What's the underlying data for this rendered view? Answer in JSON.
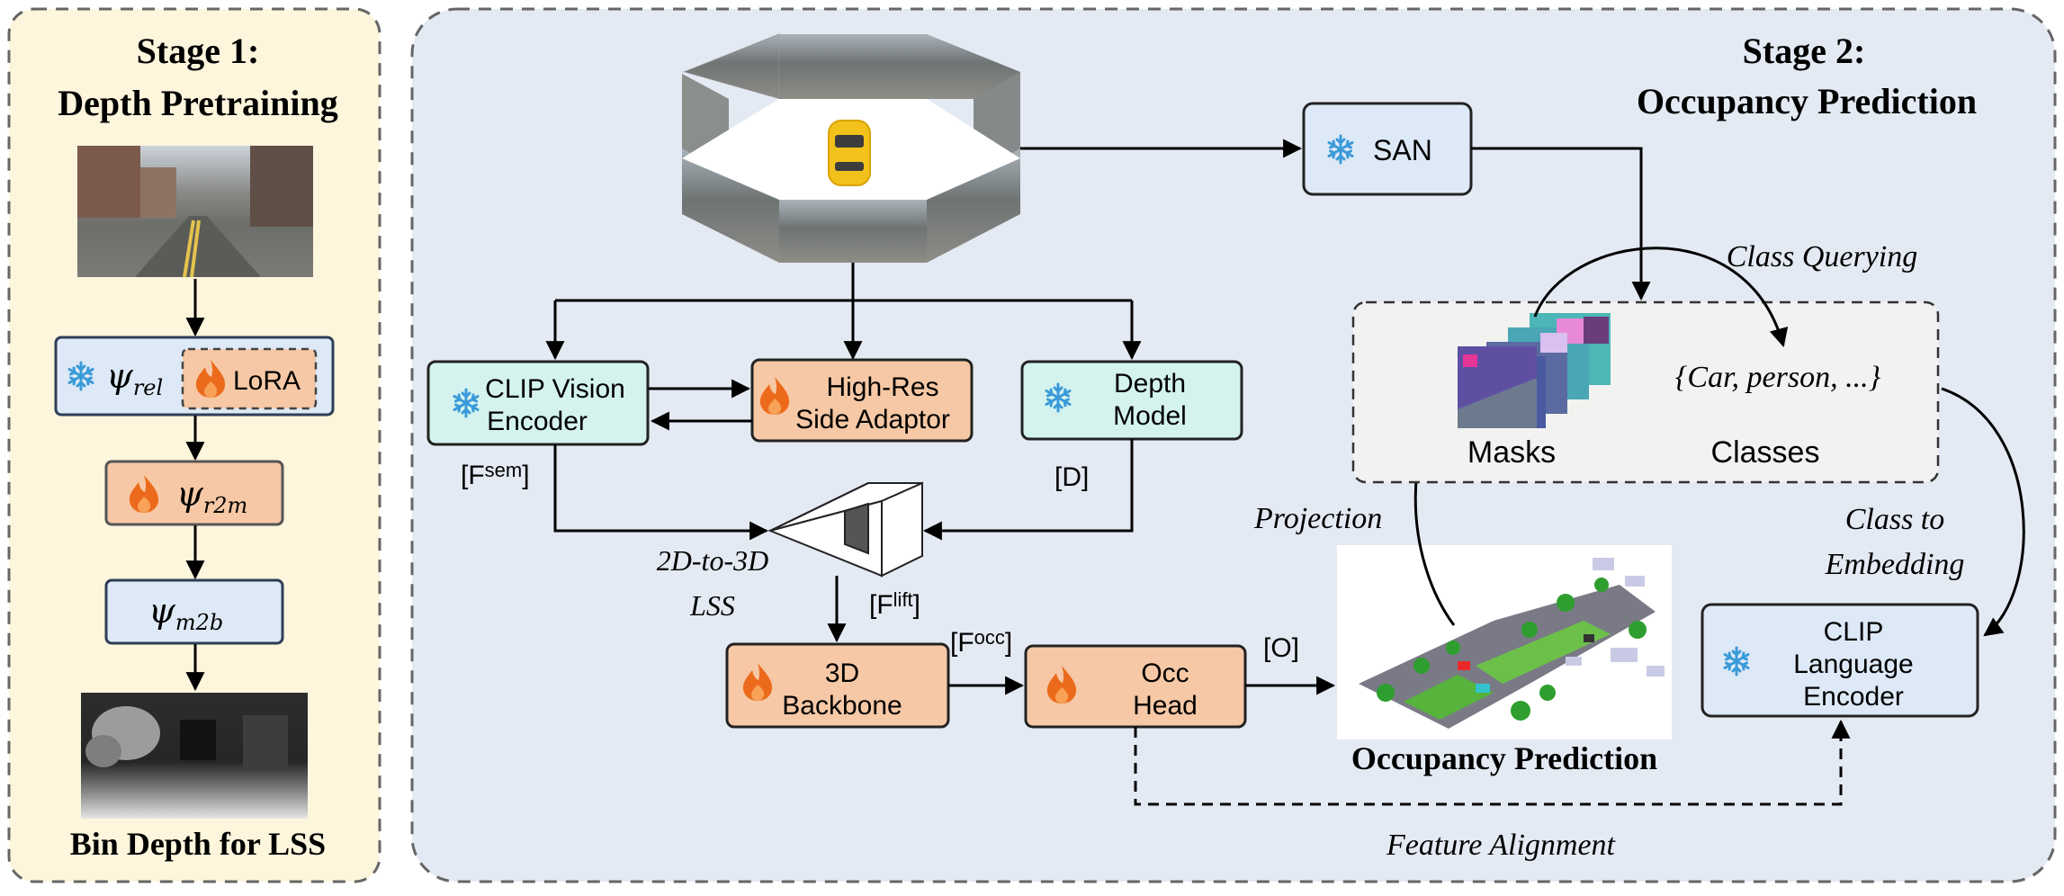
{
  "stage1": {
    "title_line1": "Stage 1:",
    "title_line2": "Depth Pretraining",
    "psi_rel": "ψ",
    "psi_rel_sub": "rel",
    "lora": "LoRA",
    "psi_r2m": "ψ",
    "psi_r2m_sub": "r2m",
    "psi_m2b": "ψ",
    "psi_m2b_sub": "m2b",
    "footer": "Bin Depth for LSS"
  },
  "stage2": {
    "title_line1": "Stage 2:",
    "title_line2": "Occupancy Prediction",
    "san": "SAN",
    "clip_vision": [
      "CLIP Vision",
      "Encoder"
    ],
    "side_adaptor": [
      "High-Res",
      "Side Adaptor"
    ],
    "depth_model": [
      "Depth",
      "Model"
    ],
    "f_sem": "[F",
    "f_sem_sup": "sem",
    "d_label": "[D]",
    "lss_label": [
      "2D-to-3D",
      "LSS"
    ],
    "f_lift": "[F",
    "f_lift_sup": "lift",
    "backbone": [
      "3D",
      "Backbone"
    ],
    "f_occ": "[F",
    "f_occ_sup": "occ",
    "occ_head": [
      "Occ",
      "Head"
    ],
    "o_label": "[O]",
    "occ_pred_caption": "Occupancy Prediction",
    "projection": "Projection",
    "class_querying": "Class Querying",
    "classes_set": "{Car, person, ...}",
    "masks": "Masks",
    "classes": "Classes",
    "class_to_embedding": [
      "Class to",
      "Embedding"
    ],
    "clip_language": [
      "CLIP",
      "Language",
      "Encoder"
    ],
    "feature_alignment": "Feature Alignment"
  },
  "icons": [
    "snowflake-icon",
    "fire-icon",
    "car-icon"
  ],
  "colors": {
    "stage1_bg": "#fdf5dc",
    "stage2_bg": "#e4eaf3",
    "frozen_box": "#dde9f6",
    "trainable_box": "#f6c8a5",
    "clip_box": "#d4f3ee",
    "snowflake": "#3a9ad9",
    "fire": "#ec6a1c"
  }
}
